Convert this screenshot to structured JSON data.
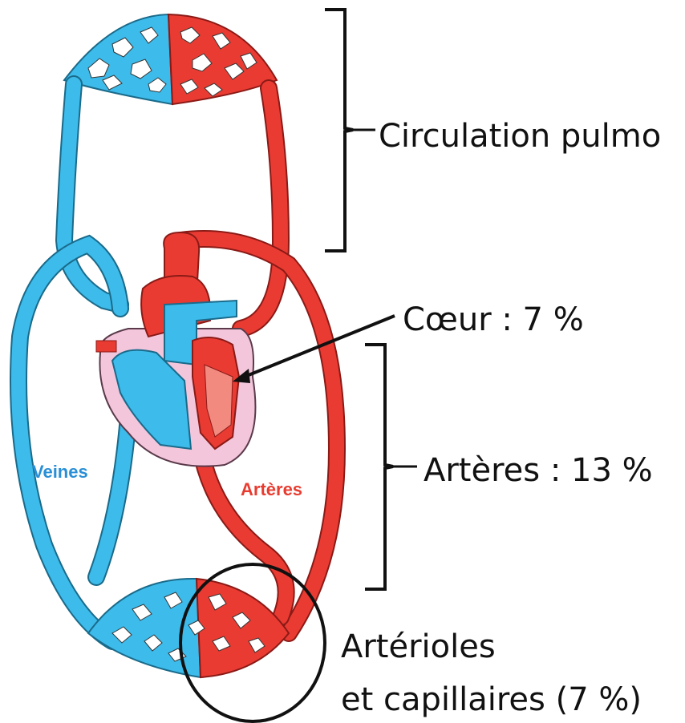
{
  "labels": {
    "pulmonary": "Circulation pulmo",
    "heart": "Cœur : 7 %",
    "arteries": "Artères : 13 %",
    "arterioles_line1": "Artérioles",
    "arterioles_line2": "et capillaires (7 %)",
    "veins_inline": "Veines",
    "arteries_inline": "Artères"
  },
  "colors": {
    "vein": "#3dbbea",
    "artery": "#ea3b33",
    "heart_wall": "#f3c6dc",
    "ink": "#111111"
  }
}
